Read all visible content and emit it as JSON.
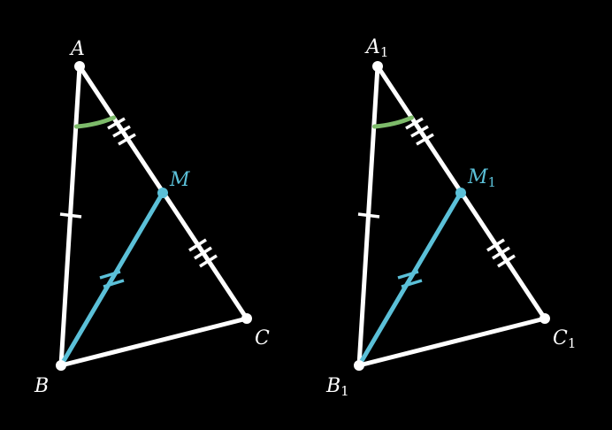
{
  "colors": {
    "background": "#000000",
    "line": "#ffffff",
    "median": "#5bc0d8",
    "angle_arc": "#7dbb6a"
  },
  "figures": [
    {
      "labels": {
        "a": {
          "main": "A",
          "sub": ""
        },
        "b": {
          "main": "B",
          "sub": ""
        },
        "c": {
          "main": "C",
          "sub": ""
        },
        "m": {
          "main": "M",
          "sub": ""
        }
      }
    },
    {
      "labels": {
        "a": {
          "main": "A",
          "sub": "1"
        },
        "b": {
          "main": "B",
          "sub": "1"
        },
        "c": {
          "main": "C",
          "sub": "1"
        },
        "m": {
          "main": "M",
          "sub": "1"
        }
      }
    }
  ]
}
